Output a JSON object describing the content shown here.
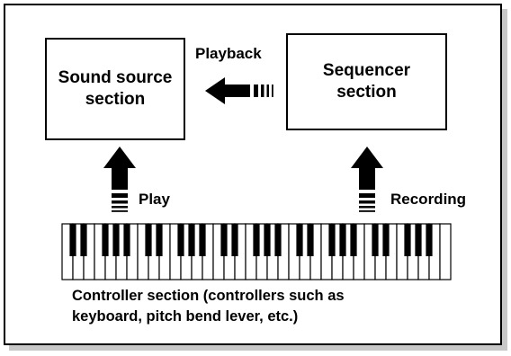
{
  "sound_source": {
    "line1": "Sound source",
    "line2": "section"
  },
  "sequencer": {
    "line1": "Sequencer",
    "line2": "section"
  },
  "playback_label": "Playback",
  "play_label": "Play",
  "recording_label": "Recording",
  "controller": {
    "line1": "Controller section (controllers such as",
    "line2": "keyboard, pitch bend lever, etc.)"
  },
  "keyboard": {
    "white_keys": 36,
    "black_key_pattern": [
      1,
      1,
      0,
      1,
      1,
      1,
      0
    ]
  },
  "colors": {
    "stroke": "#000000",
    "shadow": "#c8c8c8",
    "background": "#ffffff"
  },
  "icons": [
    "arrow-left-icon",
    "arrow-up-icon",
    "arrow-up-icon",
    "piano-keyboard-icon"
  ]
}
